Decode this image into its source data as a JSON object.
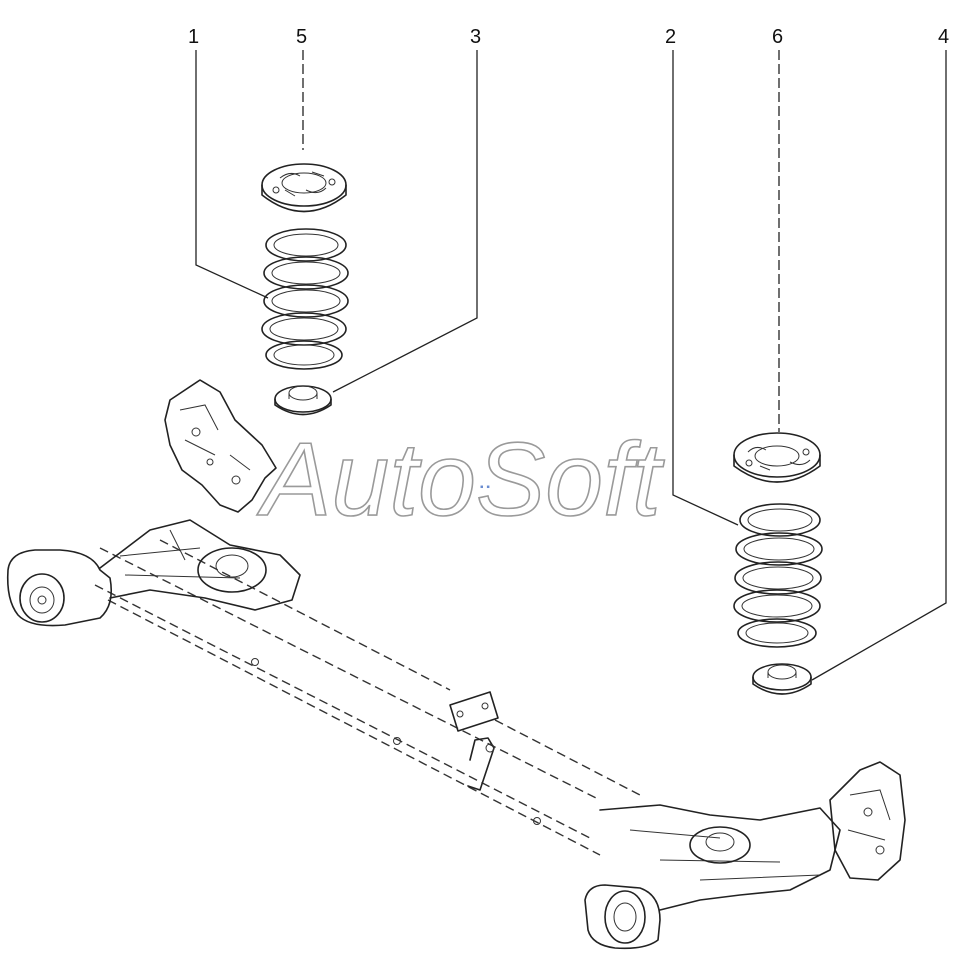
{
  "watermark": "AutoSoft",
  "callouts": [
    {
      "id": "spring-left",
      "label": "1"
    },
    {
      "id": "spring-right",
      "label": "2"
    },
    {
      "id": "lower-insulator-left",
      "label": "3"
    },
    {
      "id": "lower-insulator-right",
      "label": "4"
    },
    {
      "id": "upper-insulator-left",
      "label": "5"
    },
    {
      "id": "upper-insulator-right",
      "label": "6"
    }
  ]
}
